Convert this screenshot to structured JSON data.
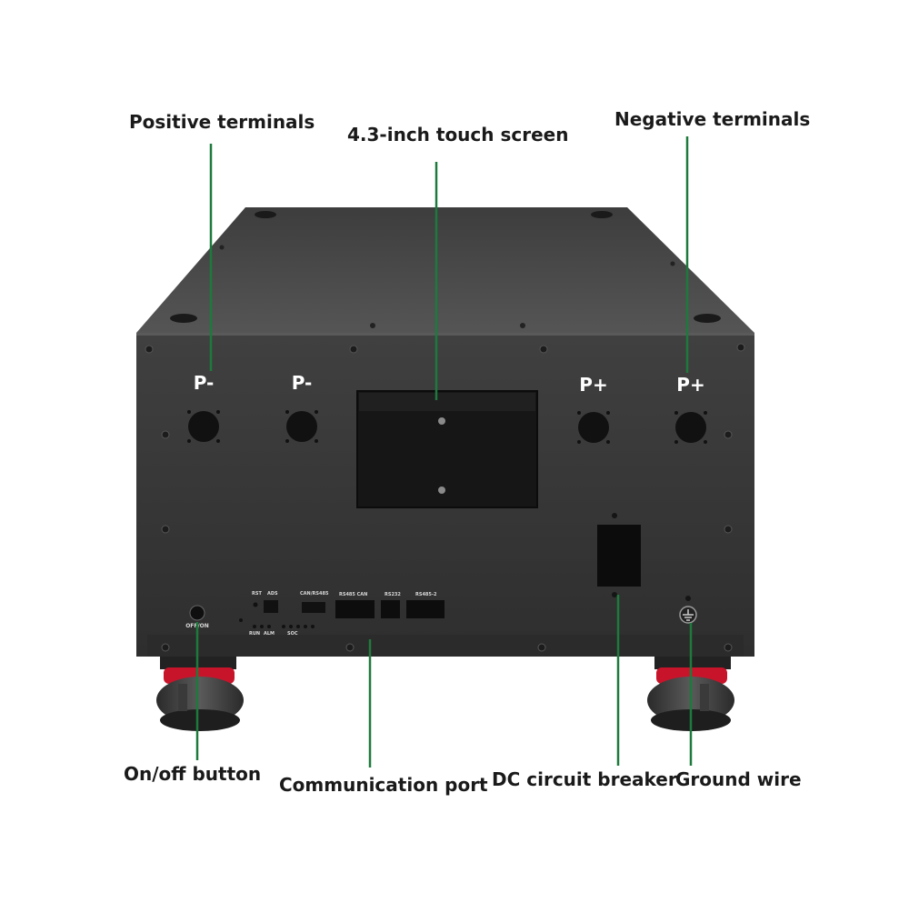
{
  "callouts": {
    "positive_terminals": "Positive terminals",
    "touch_screen": "4.3-inch touch screen",
    "negative_terminals": "Negative terminals",
    "on_off_button": "On/off button",
    "communication_port": "Communication port",
    "dc_circuit_breaker": "DC circuit breaker",
    "ground_wire": "Ground wire"
  },
  "panel_marks": {
    "terminal_1": "P-",
    "terminal_2": "P-",
    "terminal_3": "P+",
    "terminal_4": "P+"
  },
  "panel_labels": {
    "offon": "OFF/ON",
    "rst": "RST",
    "ads": "ADS",
    "can_rs485": "CAN/RS485",
    "rs485_can": "RS485 CAN",
    "rs232": "RS232",
    "rs485_2": "RS485-2",
    "run": "RUN",
    "alm": "ALM",
    "soc": "SOC"
  },
  "colors": {
    "leader_line": "#1e7a3c",
    "enclosure_front": "#3a3a3a",
    "enclosure_top": "#4a4a4a",
    "foot_accent": "#c8142a"
  },
  "icons": {
    "ground": "ground-symbol-icon"
  }
}
